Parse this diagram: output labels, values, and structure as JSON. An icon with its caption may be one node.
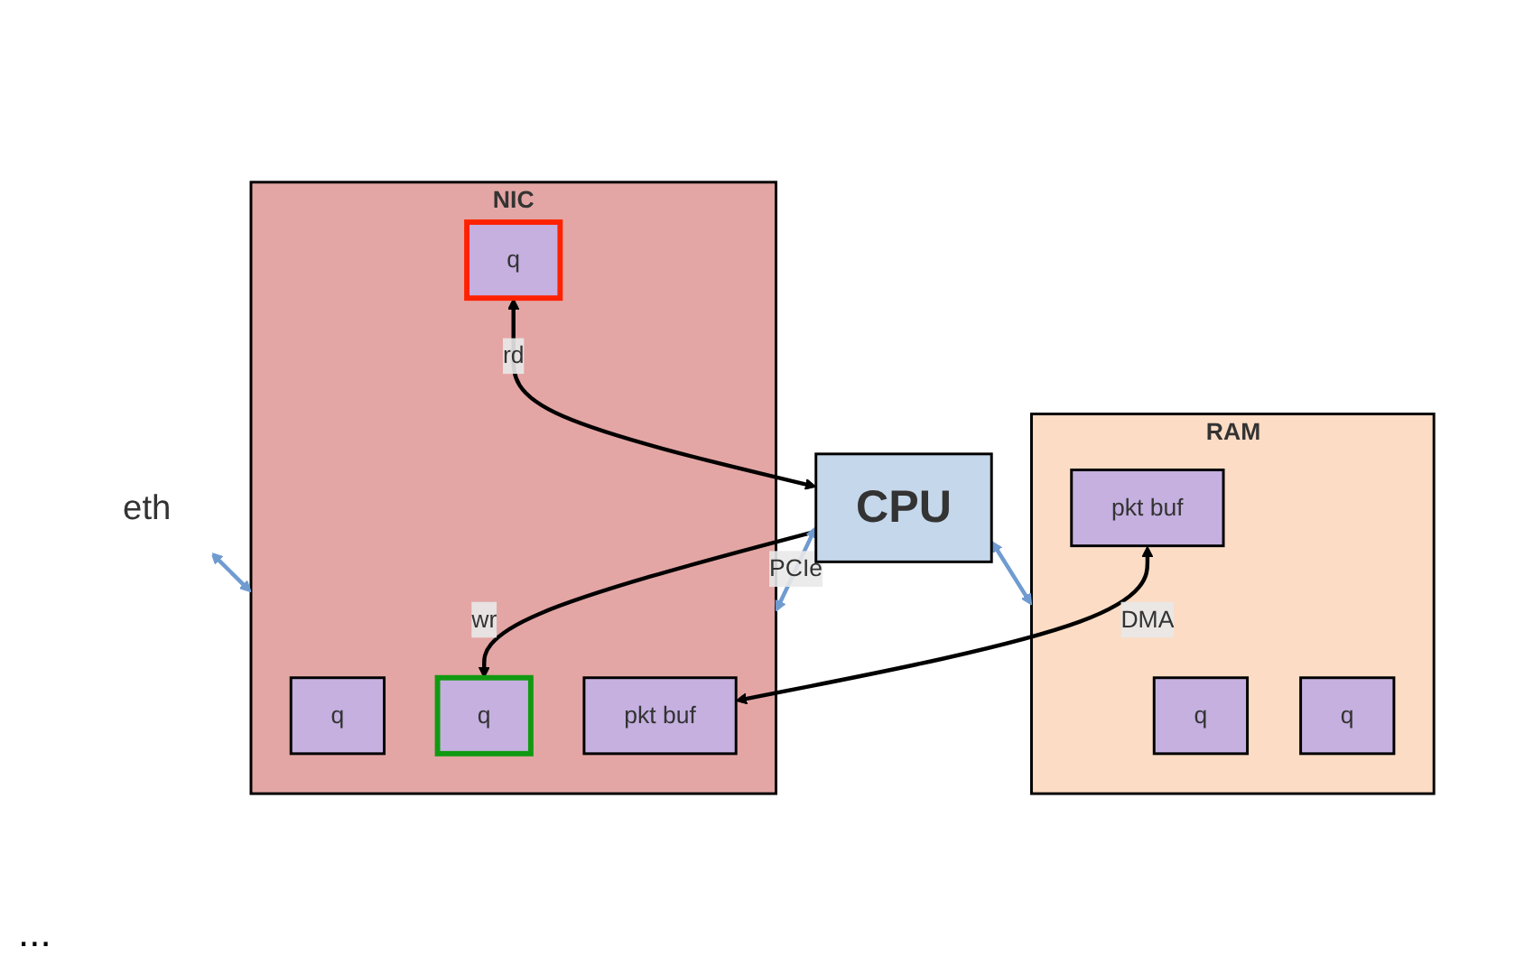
{
  "diagram": {
    "nodes": [
      {
        "text": [
          "CPU"
        ]
      },
      {
        "text": [
          "RAM"
        ]
      },
      {
        "text": [
          "q"
        ],
        "in": 1
      },
      {
        "text": [
          "q"
        ],
        "in": 1
      },
      {
        "text": [
          "pkt buf"
        ],
        "in": 1
      },
      {
        "text": [
          "NIC"
        ]
      },
      {
        "text": [
          "q"
        ],
        "in": 5
      },
      {
        "text": [
          "q"
        ],
        "in": 5
      },
      {
        "text": [
          "q"
        ],
        "in": 5
      },
      {
        "text": [
          "pkt buf"
        ],
        "in": 5
      },
      {
        "text": [
          "eth"
        ]
      }
    ],
    "edges": [
      {
        "from": 0,
        "to": 1,
        "arrow": "both",
        "color": "#6f9bd0"
      },
      {
        "from": 7,
        "to": 0,
        "arrow": "both",
        "label": "rd",
        "color": "#000000"
      },
      {
        "from": 0,
        "to": 5,
        "arrow": "both",
        "label": "PCIe",
        "color": "#6f9bd0"
      },
      {
        "from": 0,
        "to": 8,
        "arrow": "to",
        "label": "wr",
        "color": "#000000"
      },
      {
        "from": 4,
        "to": 9,
        "arrow": "both",
        "label": "DMA",
        "color": "#000000"
      },
      {
        "from": 10,
        "to": 5,
        "arrow": "both",
        "color": "#6f9bd0"
      }
    ],
    "labels": [
      "..."
    ]
  }
}
